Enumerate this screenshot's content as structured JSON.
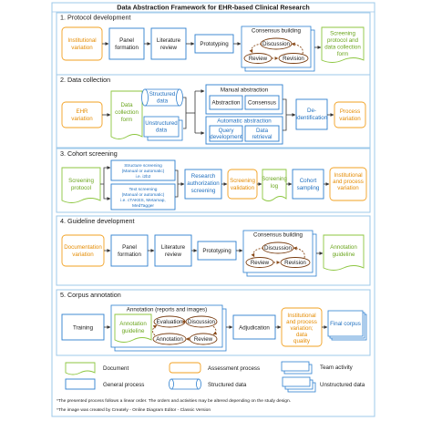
{
  "title": "Data Abstraction Framework for EHR-based Clinical Research",
  "colors": {
    "general_process": "#2d7fcf",
    "assessment_process": "#f2a122",
    "document": "#8cc63f",
    "frame": "#9cc8ea",
    "cycle": "#7a3e12"
  },
  "sections": [
    {
      "heading": "1. Protocol development",
      "start": "Institutional variation",
      "steps": [
        "Panel formation",
        "Literature review",
        "Prototyping"
      ],
      "team_title": "Consensus building",
      "cycle": [
        "Discussion",
        "Review",
        "Revision"
      ],
      "end": "Screening protocol and data collection form"
    },
    {
      "heading": "2. Data collection",
      "start": "EHR variation",
      "form": "Data collection form",
      "data": [
        "Structured data",
        "Unstructured data"
      ],
      "manual_title": "Manual abstraction",
      "manual_items": [
        "Abstraction",
        "Consensus"
      ],
      "auto_title": "Automatic abstraction",
      "auto_items": [
        "Query development",
        "Data retrieval"
      ],
      "deid": "De-identification",
      "end": "Process variation"
    },
    {
      "heading": "3. Cohort screening",
      "start": "Screening protocol",
      "structure_screen": "Structure screening (Manual or automatic) i.e. i2b2",
      "text_screen": "Text screening (Manual or automatic) i.e. cTAKES, Metamap, MedTagger",
      "steps": [
        "Research authorization screening",
        "Screening validation",
        "Screening log",
        "Cohort sampling"
      ],
      "end": "Institutional and process variation"
    },
    {
      "heading": "4. Guideline development",
      "start": "Documentation variation",
      "steps": [
        "Panel formation",
        "Literature review",
        "Prototyping"
      ],
      "team_title": "Consensus building",
      "cycle": [
        "Discussion",
        "Review",
        "Revision"
      ],
      "end": "Annotation guideline"
    },
    {
      "heading": "5. Corpus annotation",
      "start": "Training",
      "team_title": "Annotation (reports and images)",
      "guide": "Annotation guideline",
      "cycle": [
        "Evaluation",
        "Discussion",
        "Annotation",
        "Review"
      ],
      "adjudication": "Adjudication",
      "variation": "Institutional and process variation; data quality",
      "end": "Final corpus"
    }
  ],
  "legend": {
    "document": "Document",
    "assessment": "Assessment process",
    "team": "Team activity",
    "general": "General process",
    "structured": "Structured data",
    "unstructured": "Unstructured data"
  },
  "notes": [
    "*The presented process follows a linear order. The orders and activities may be altered depending on the study design.",
    "*The image was created by Creately - Online Diagram Editor - Classic Version"
  ]
}
